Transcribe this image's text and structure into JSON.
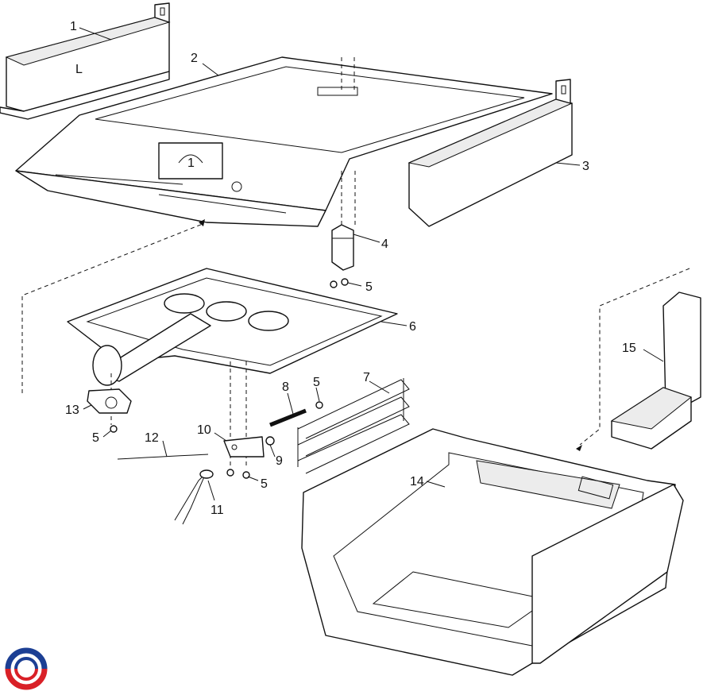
{
  "diagram": {
    "callouts": [
      {
        "id": "1",
        "label": "1"
      },
      {
        "id": "2",
        "label": "2"
      },
      {
        "id": "3",
        "label": "3"
      },
      {
        "id": "4",
        "label": "4"
      },
      {
        "id": "5a",
        "label": "5"
      },
      {
        "id": "5b",
        "label": "5"
      },
      {
        "id": "5c",
        "label": "5"
      },
      {
        "id": "5d",
        "label": "5"
      },
      {
        "id": "6",
        "label": "6"
      },
      {
        "id": "7",
        "label": "7"
      },
      {
        "id": "8",
        "label": "8"
      },
      {
        "id": "9",
        "label": "9"
      },
      {
        "id": "10",
        "label": "10"
      },
      {
        "id": "11",
        "label": "11"
      },
      {
        "id": "12",
        "label": "12"
      },
      {
        "id": "13",
        "label": "13"
      },
      {
        "id": "14",
        "label": "14"
      },
      {
        "id": "15",
        "label": "15"
      }
    ],
    "bracket_mark": "L",
    "tray_mark": "1",
    "logo": "brand-logo"
  }
}
